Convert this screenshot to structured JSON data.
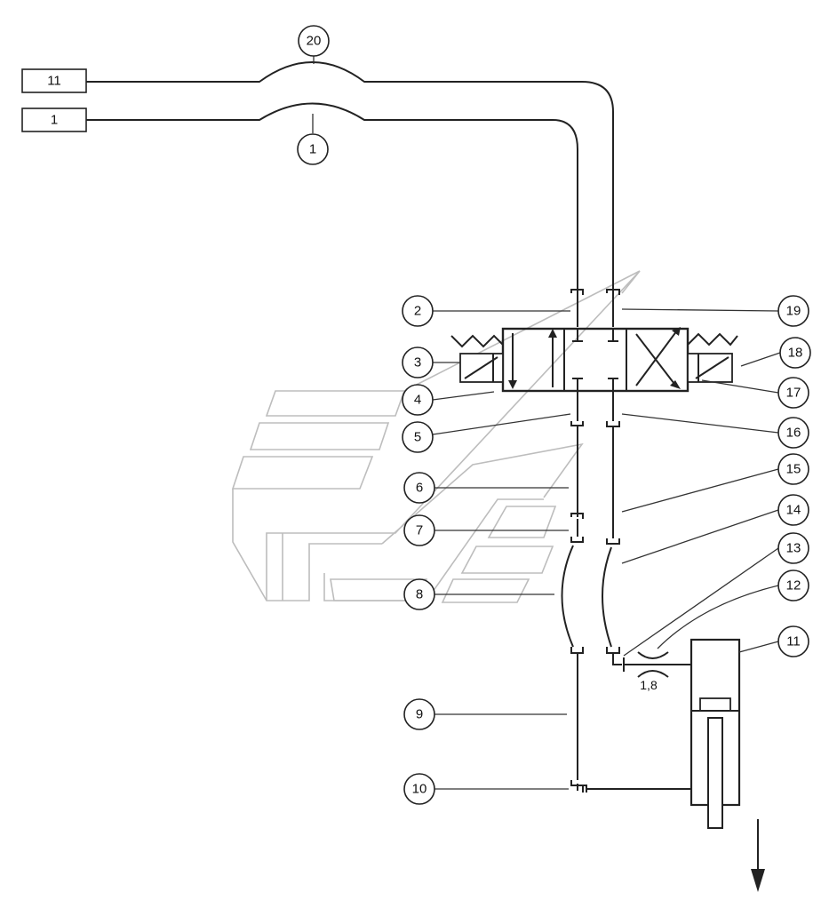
{
  "source_boxes": [
    {
      "label": "11"
    },
    {
      "label": "1"
    }
  ],
  "callouts": [
    {
      "label": "20"
    },
    {
      "label": "1"
    },
    {
      "label": "2"
    },
    {
      "label": "3"
    },
    {
      "label": "4"
    },
    {
      "label": "5"
    },
    {
      "label": "6"
    },
    {
      "label": "7"
    },
    {
      "label": "8"
    },
    {
      "label": "9"
    },
    {
      "label": "10"
    },
    {
      "label": "19"
    },
    {
      "label": "18"
    },
    {
      "label": "17"
    },
    {
      "label": "16"
    },
    {
      "label": "15"
    },
    {
      "label": "14"
    },
    {
      "label": "13"
    },
    {
      "label": "12"
    },
    {
      "label": "11"
    }
  ],
  "orifice_label": "1,8",
  "colors": {
    "line": "#222222",
    "watermark": "#bdbdbd",
    "background": "#ffffff"
  }
}
